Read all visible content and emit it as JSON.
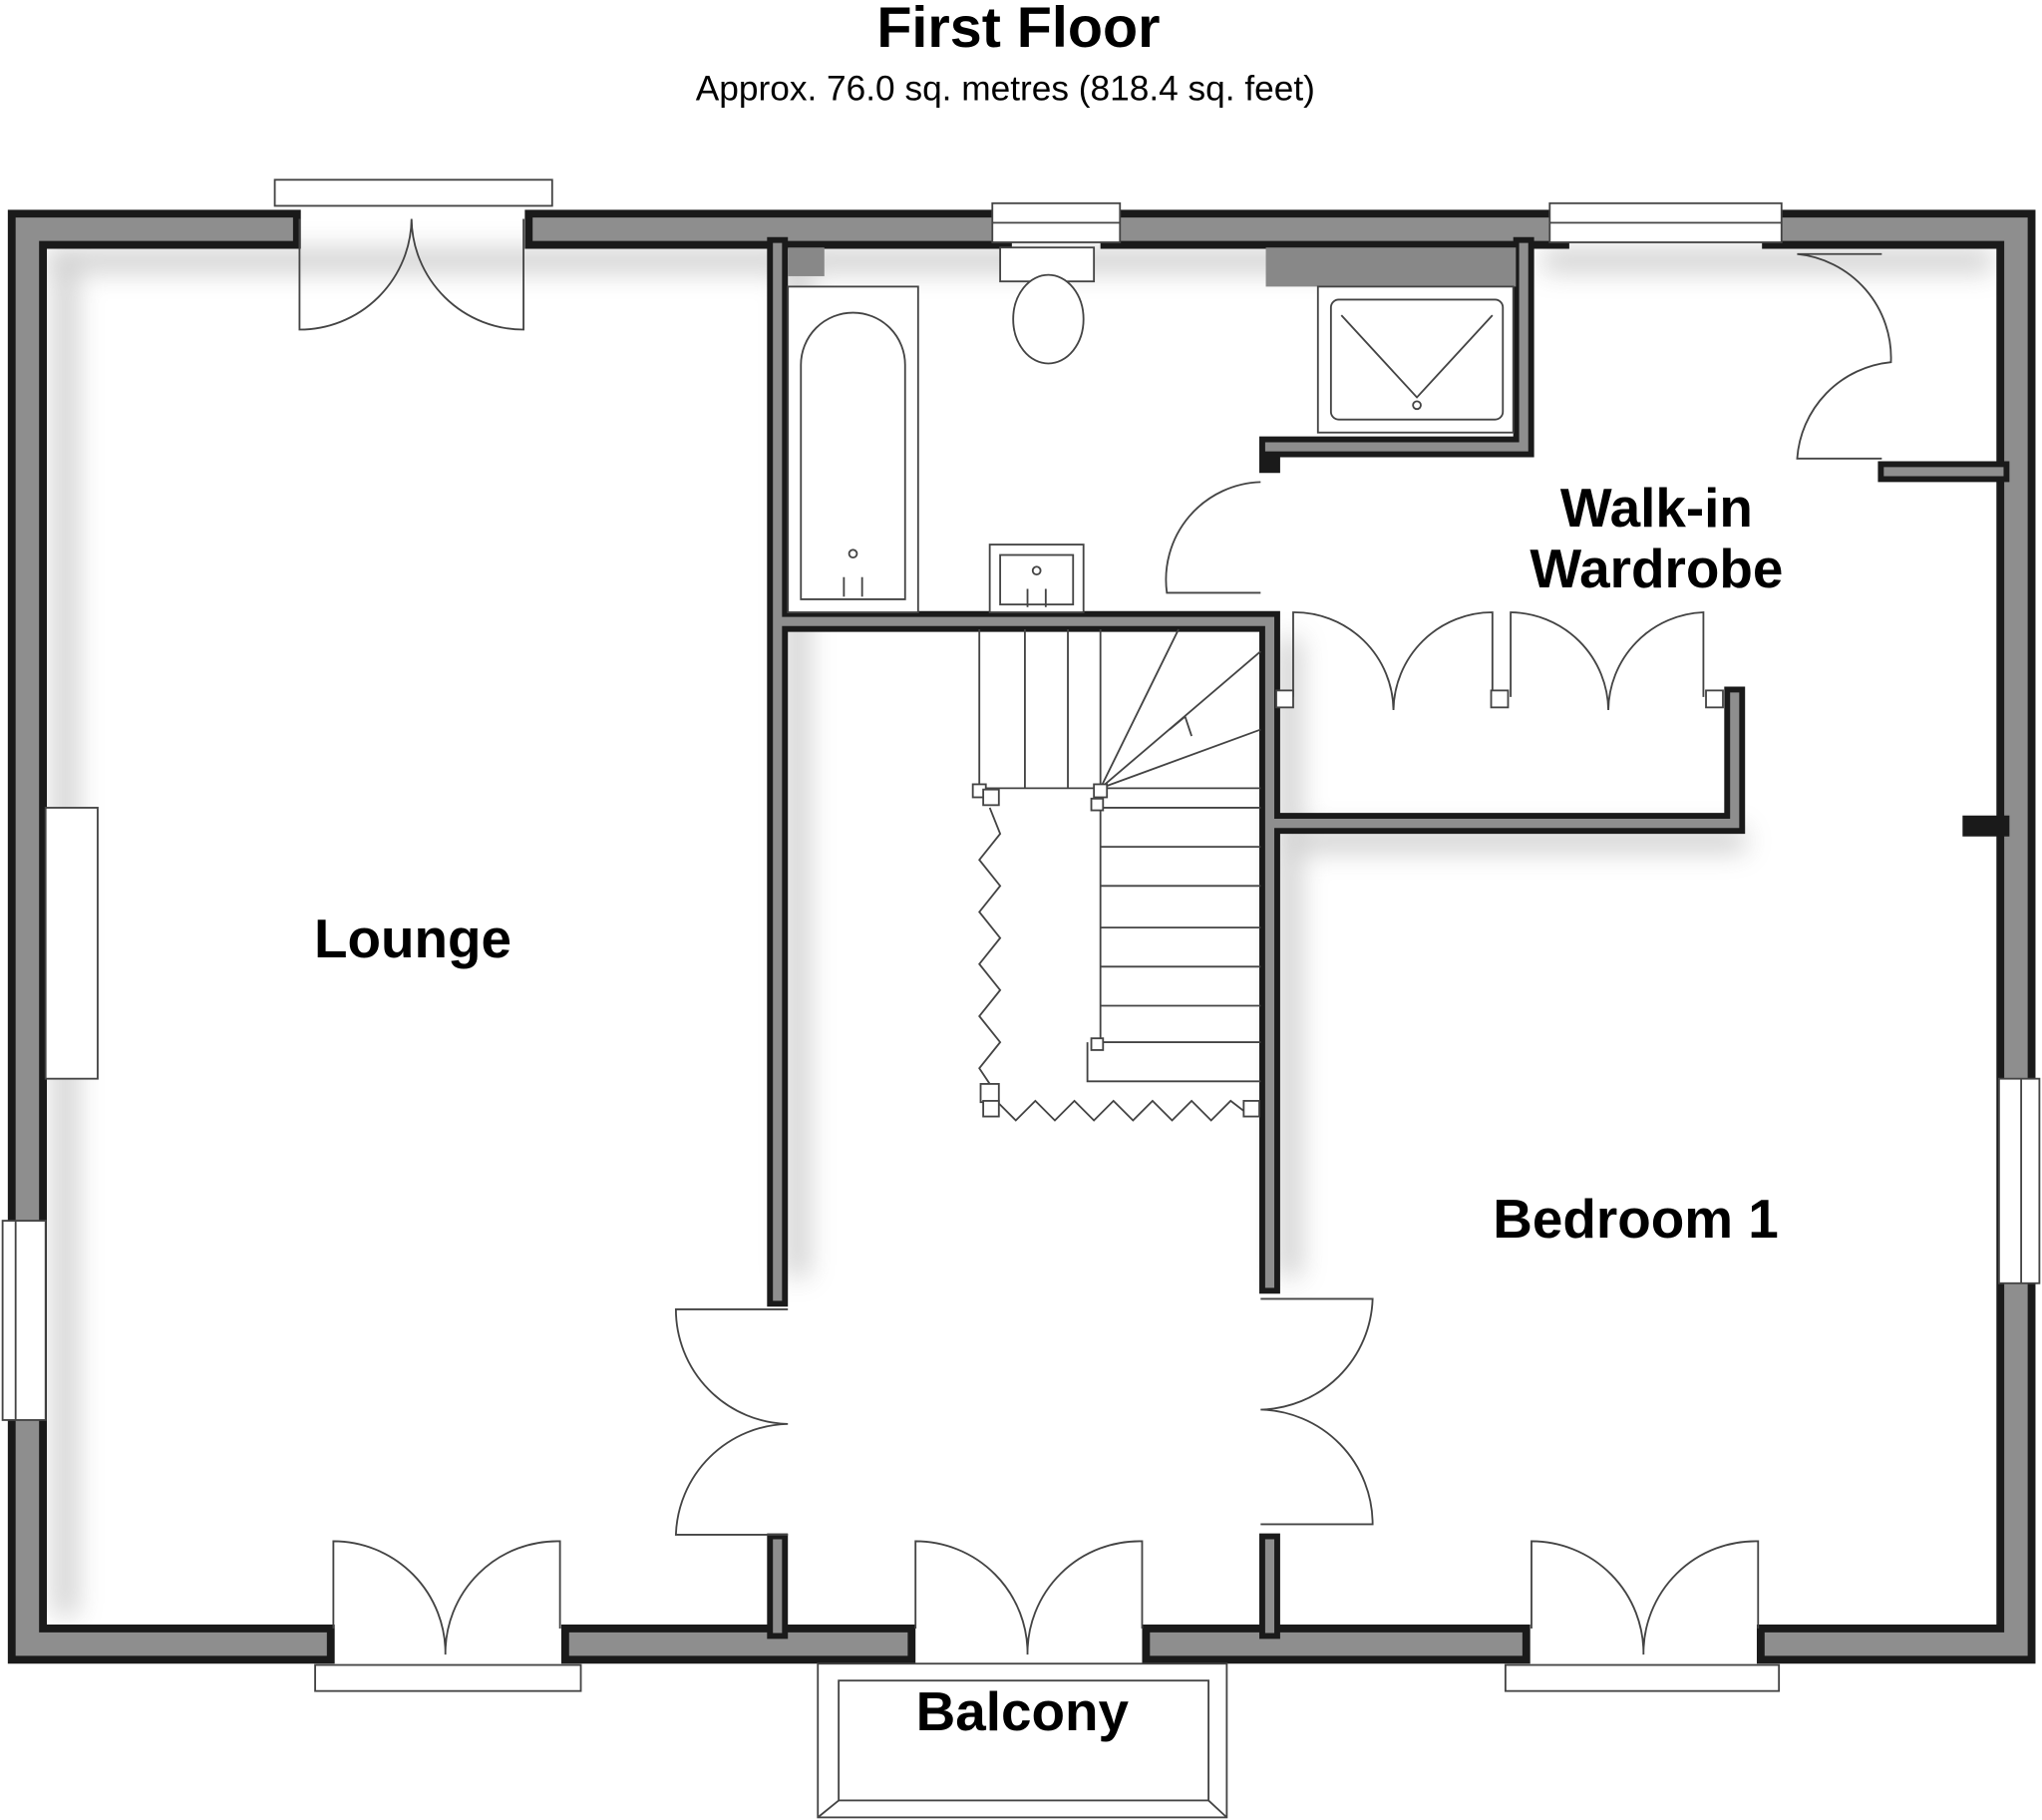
{
  "header": {
    "title": "First Floor",
    "subtitle": "Approx. 76.0 sq. metres (818.4 sq. feet)"
  },
  "rooms": {
    "lounge": "Lounge",
    "walk_in_line1": "Walk-in",
    "walk_in_line2": "Wardrobe",
    "bedroom": "Bedroom 1",
    "balcony": "Balcony"
  },
  "colors": {
    "wall_edge": "#1a1a1a",
    "wall_fill": "#8e8e8e",
    "fixture_line": "#444444"
  }
}
